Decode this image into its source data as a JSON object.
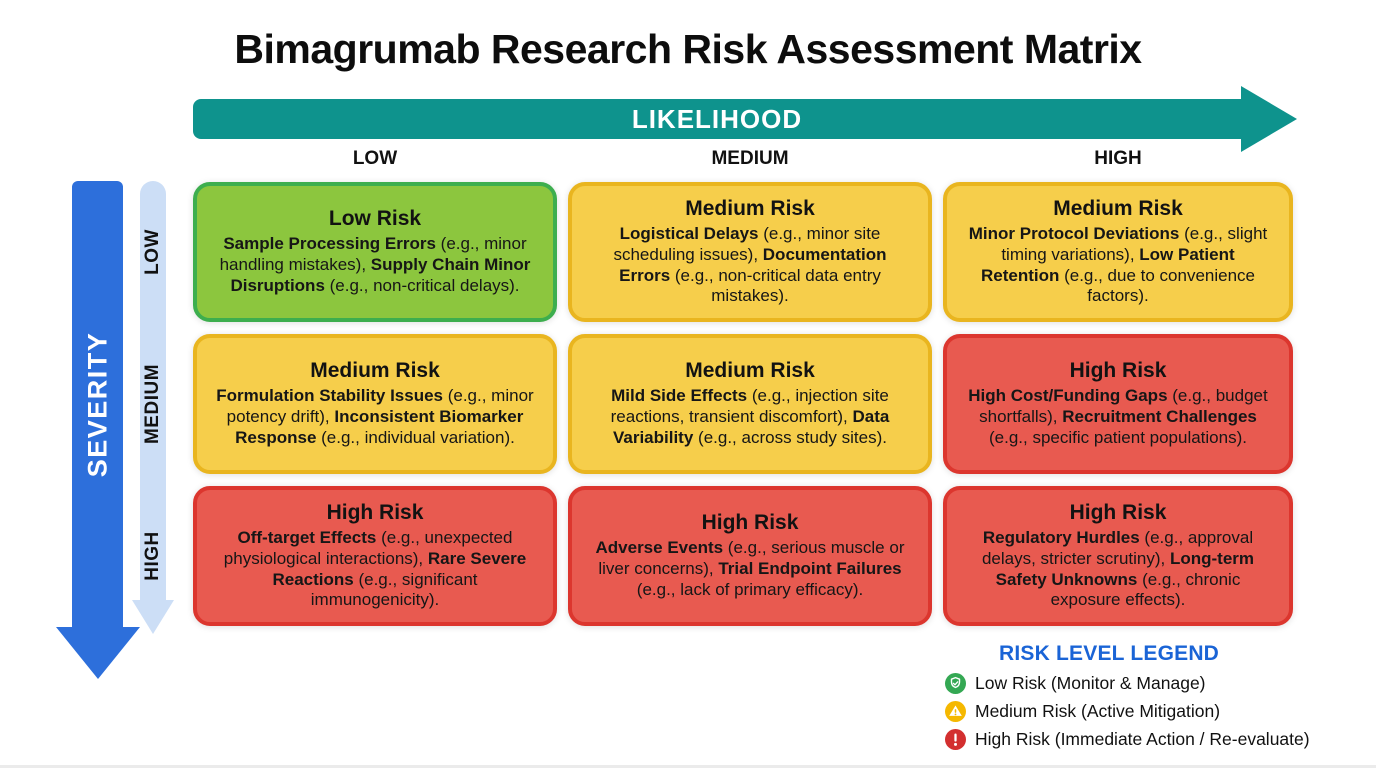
{
  "title": "Bimagrumab Research Risk Assessment Matrix",
  "likelihood_axis": {
    "label": "LIKELIHOOD",
    "levels": [
      "LOW",
      "MEDIUM",
      "HIGH"
    ]
  },
  "severity_axis": {
    "label": "SEVERITY",
    "levels": [
      "LOW",
      "MEDIUM",
      "HIGH"
    ]
  },
  "grid": {
    "cells": [
      {
        "severity": "LOW",
        "likelihood": "LOW",
        "level": "low",
        "heading": "Low Risk",
        "body": [
          {
            "bold": true,
            "text": "Sample Processing Errors"
          },
          {
            "bold": false,
            "text": " (e.g., minor handling mistakes), "
          },
          {
            "bold": true,
            "text": "Supply Chain Minor Disruptions"
          },
          {
            "bold": false,
            "text": " (e.g., non-critical delays)."
          }
        ]
      },
      {
        "severity": "LOW",
        "likelihood": "MEDIUM",
        "level": "medium",
        "heading": "Medium Risk",
        "body": [
          {
            "bold": true,
            "text": "Logistical Delays"
          },
          {
            "bold": false,
            "text": " (e.g., minor site scheduling issues), "
          },
          {
            "bold": true,
            "text": "Documentation Errors"
          },
          {
            "bold": false,
            "text": " (e.g., non-critical data entry mistakes)."
          }
        ]
      },
      {
        "severity": "LOW",
        "likelihood": "HIGH",
        "level": "medium",
        "heading": "Medium Risk",
        "body": [
          {
            "bold": true,
            "text": "Minor Protocol Deviations"
          },
          {
            "bold": false,
            "text": " (e.g., slight timing variations), "
          },
          {
            "bold": true,
            "text": "Low Patient Retention"
          },
          {
            "bold": false,
            "text": " (e.g., due to convenience factors)."
          }
        ]
      },
      {
        "severity": "MEDIUM",
        "likelihood": "LOW",
        "level": "medium",
        "heading": "Medium Risk",
        "body": [
          {
            "bold": true,
            "text": "Formulation Stability Issues"
          },
          {
            "bold": false,
            "text": " (e.g., minor potency drift), "
          },
          {
            "bold": true,
            "text": "Inconsistent Biomarker Response"
          },
          {
            "bold": false,
            "text": " (e.g., individual variation)."
          }
        ]
      },
      {
        "severity": "MEDIUM",
        "likelihood": "MEDIUM",
        "level": "medium",
        "heading": "Medium Risk",
        "body": [
          {
            "bold": true,
            "text": "Mild Side Effects"
          },
          {
            "bold": false,
            "text": " (e.g., injection site reactions, transient discomfort), "
          },
          {
            "bold": true,
            "text": "Data Variability"
          },
          {
            "bold": false,
            "text": " (e.g., across study sites)."
          }
        ]
      },
      {
        "severity": "MEDIUM",
        "likelihood": "HIGH",
        "level": "high",
        "heading": "High Risk",
        "body": [
          {
            "bold": true,
            "text": "High Cost/Funding Gaps"
          },
          {
            "bold": false,
            "text": " (e.g., budget shortfalls), "
          },
          {
            "bold": true,
            "text": "Recruitment Challenges"
          },
          {
            "bold": false,
            "text": " (e.g., specific patient populations)."
          }
        ]
      },
      {
        "severity": "HIGH",
        "likelihood": "LOW",
        "level": "high",
        "heading": "High Risk",
        "body": [
          {
            "bold": true,
            "text": "Off-target Effects"
          },
          {
            "bold": false,
            "text": " (e.g., unexpected physiological interactions), "
          },
          {
            "bold": true,
            "text": "Rare Severe Reactions"
          },
          {
            "bold": false,
            "text": " (e.g., significant immunogenicity)."
          }
        ]
      },
      {
        "severity": "HIGH",
        "likelihood": "MEDIUM",
        "level": "high",
        "heading": "High Risk",
        "body": [
          {
            "bold": true,
            "text": "Adverse Events"
          },
          {
            "bold": false,
            "text": " (e.g., serious muscle or liver concerns), "
          },
          {
            "bold": true,
            "text": "Trial Endpoint Failures"
          },
          {
            "bold": false,
            "text": " (e.g., lack of primary efficacy)."
          }
        ]
      },
      {
        "severity": "HIGH",
        "likelihood": "HIGH",
        "level": "high",
        "heading": "High Risk",
        "body": [
          {
            "bold": true,
            "text": "Regulatory Hurdles"
          },
          {
            "bold": false,
            "text": " (e.g., approval delays, stricter scrutiny), "
          },
          {
            "bold": true,
            "text": "Long-term Safety Unknowns"
          },
          {
            "bold": false,
            "text": " (e.g., chronic exposure effects)."
          }
        ]
      }
    ]
  },
  "legend": {
    "title": "RISK LEVEL LEGEND",
    "items": [
      {
        "icon": "shield-check-icon",
        "color": "#34A853",
        "label": "Low Risk (Monitor & Manage)"
      },
      {
        "icon": "warning-triangle-icon",
        "color": "#F5B800",
        "label": "Medium Risk (Active Mitigation)"
      },
      {
        "icon": "exclamation-icon",
        "color": "#D32F2F",
        "label": "High Risk (Immediate Action / Re-evaluate)"
      }
    ]
  },
  "colors": {
    "teal": "#0E938D",
    "blue": "#2D6FDB",
    "lightblue": "#CCDEF6",
    "green-fill": "#8CC63E",
    "green-border": "#3DAE4E",
    "yellow-fill": "#F6CE4B",
    "yellow-border": "#E9B51F",
    "red-fill": "#E85A50",
    "red-border": "#DC362E",
    "legend-blue": "#1A64D6"
  }
}
